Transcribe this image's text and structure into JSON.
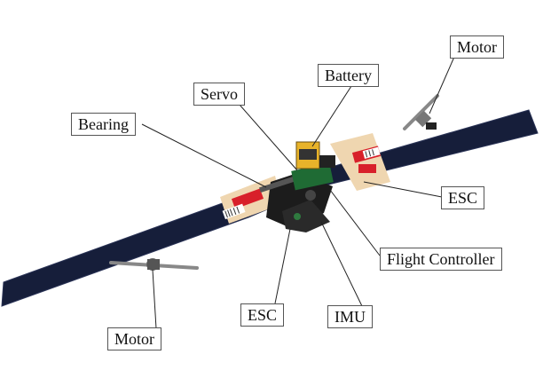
{
  "labels": {
    "motor_top": "Motor",
    "battery": "Battery",
    "servo": "Servo",
    "bearing": "Bearing",
    "esc_right": "ESC",
    "flight_controller": "Flight Controller",
    "esc_bottom": "ESC",
    "imu": "IMU",
    "motor_bottom": "Motor"
  },
  "colors": {
    "wing": "#161e3a",
    "wing_edge": "#2a3356",
    "mount_pad": "#efd6b0",
    "tape": "#d8202a",
    "frame": "#1c1c1c",
    "pcb": "#1f6b34",
    "leader_line": "#222222"
  }
}
